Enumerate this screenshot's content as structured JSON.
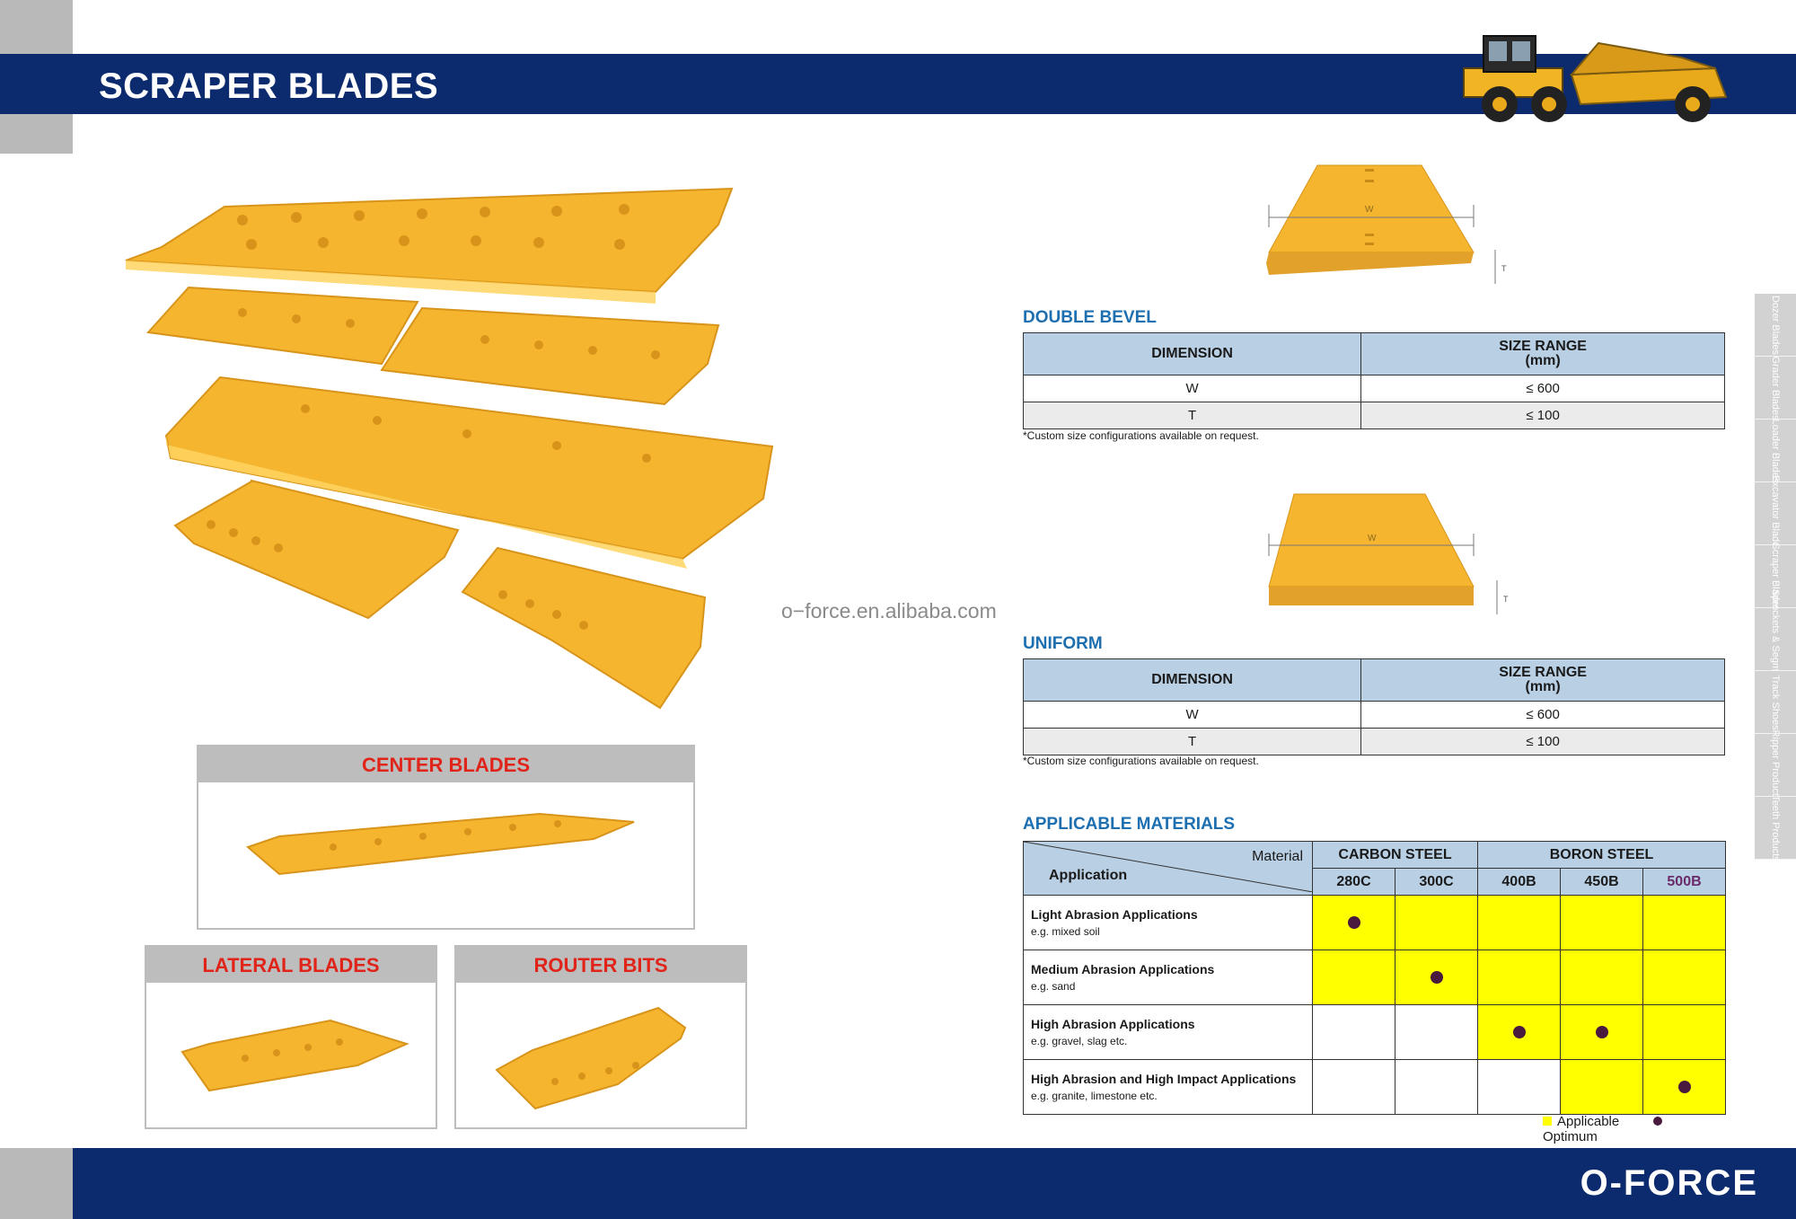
{
  "header": {
    "title": "SCRAPER BLADES"
  },
  "watermark": "o−force.en.alibaba.com",
  "labels": {
    "center": "CENTER BLADES",
    "lateral": "LATERAL BLADES",
    "router": "ROUTER BITS"
  },
  "double_bevel": {
    "title": "DOUBLE BEVEL",
    "headers": {
      "dimension": "DIMENSION",
      "size": "SIZE RANGE",
      "unit": "(mm)"
    },
    "rows": [
      {
        "dim": "W",
        "size": "≤ 600"
      },
      {
        "dim": "T",
        "size": "≤ 100"
      }
    ],
    "note": "*Custom size configurations available on request.",
    "diagram": {
      "w": "W",
      "t": "T"
    }
  },
  "uniform": {
    "title": "UNIFORM",
    "headers": {
      "dimension": "DIMENSION",
      "size": "SIZE RANGE",
      "unit": "(mm)"
    },
    "rows": [
      {
        "dim": "W",
        "size": "≤ 600"
      },
      {
        "dim": "T",
        "size": "≤ 100"
      }
    ],
    "note": "*Custom size configurations available on request.",
    "diagram": {
      "w": "W",
      "t": "T"
    }
  },
  "materials": {
    "title": "APPLICABLE MATERIALS",
    "corner": {
      "material": "Material",
      "application": "Application"
    },
    "groups": {
      "carbon": "CARBON STEEL",
      "boron": "BORON STEEL"
    },
    "grades": [
      "280C",
      "300C",
      "400B",
      "450B",
      "500B"
    ],
    "rows": [
      {
        "name": "Light Abrasion Applications",
        "example": "e.g. mixed soil",
        "applicable": [
          true,
          true,
          true,
          true,
          true
        ],
        "optimum": 0
      },
      {
        "name": "Medium Abrasion Applications",
        "example": "e.g. sand",
        "applicable": [
          true,
          true,
          true,
          true,
          true
        ],
        "optimum": 1
      },
      {
        "name": "High Abrasion Applications",
        "example": "e.g. gravel, slag etc.",
        "applicable": [
          false,
          false,
          true,
          true,
          true
        ],
        "optimum": [
          2,
          3
        ]
      },
      {
        "name": "High Abrasion and High Impact Applications",
        "example": "e.g. granite, limestone etc.",
        "applicable": [
          false,
          false,
          false,
          true,
          true
        ],
        "optimum": 4
      }
    ],
    "legend": {
      "applicable": "Applicable",
      "optimum": "Optimum"
    },
    "colors": {
      "applicable": "#ffff00",
      "optimum": "#4a1a3e",
      "header": "#b8cfe4"
    }
  },
  "side_tabs": [
    "Dozer Blades",
    "Grader Blades",
    "Loader Blades",
    "Excavator Blades",
    "Scraper Blades",
    "Sprockets & Segments",
    "Track Shoes",
    "Ripper Products",
    "Teeth Products"
  ],
  "footer": {
    "logo": "O-FORCE"
  },
  "colors": {
    "navy": "#0c2a6e",
    "blade": "#f5b52e",
    "accent_red": "#e0241a",
    "section_blue": "#1d6fb0"
  }
}
